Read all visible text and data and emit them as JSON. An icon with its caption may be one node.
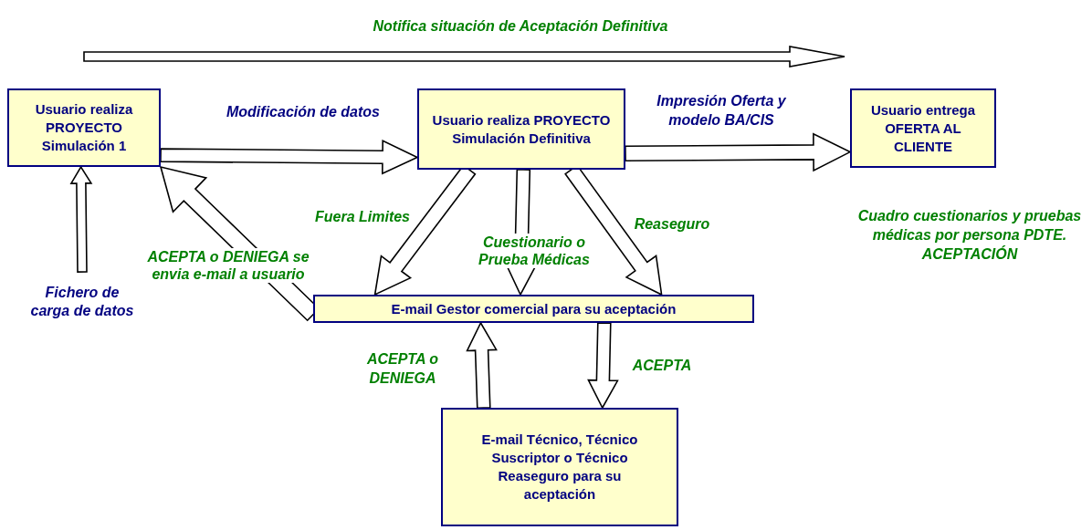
{
  "diagram": {
    "nodes": [
      {
        "text": [
          "Usuario realiza PROYECTO Simulación 1"
        ]
      },
      {
        "text": [
          "Usuario realiza PROYECTO Simulación Definitiva"
        ]
      },
      {
        "text": [
          "Usuario entrega OFERTA AL CLIENTE"
        ],
        "beside": [
          "Cuadro cuestionarios y pruebas médicas por persona PDTE. ACEPTACIÓN"
        ]
      },
      {
        "text": [
          "E-mail Gestor comercial para su aceptación"
        ]
      },
      {
        "text": [
          "E-mail Técnico, Técnico Suscriptor o Técnico Reaseguro para su aceptación"
        ]
      },
      {
        "text": [
          "Fichero de carga de datos"
        ]
      }
    ],
    "edges": [
      {
        "from": 0,
        "to": 1,
        "arrow": "to",
        "label": "Modificación de datos"
      },
      {
        "from": 1,
        "to": 2,
        "arrow": "to",
        "label": "Impresión Oferta y modelo BA/CIS"
      },
      {
        "from": 5,
        "to": 0,
        "arrow": "to"
      },
      {
        "from": 3,
        "to": 0,
        "arrow": "to",
        "label": "ACEPTA o DENIEGA se envia e-mail a usuario"
      },
      {
        "from": 1,
        "to": 3,
        "arrow": "to",
        "label": "Fuera Limites"
      },
      {
        "from": 1,
        "to": 3,
        "arrow": "to",
        "label": "Cuestionario o Prueba Médicas"
      },
      {
        "from": 1,
        "to": 3,
        "arrow": "to",
        "label": "Reaseguro"
      },
      {
        "from": 3,
        "to": 4,
        "arrow": "to",
        "label": "ACEPTA"
      },
      {
        "from": 4,
        "to": 3,
        "arrow": "to",
        "label": "ACEPTA o DENIEGA"
      }
    ],
    "labels": [
      "Notifica situación de Aceptación Definitiva"
    ]
  }
}
